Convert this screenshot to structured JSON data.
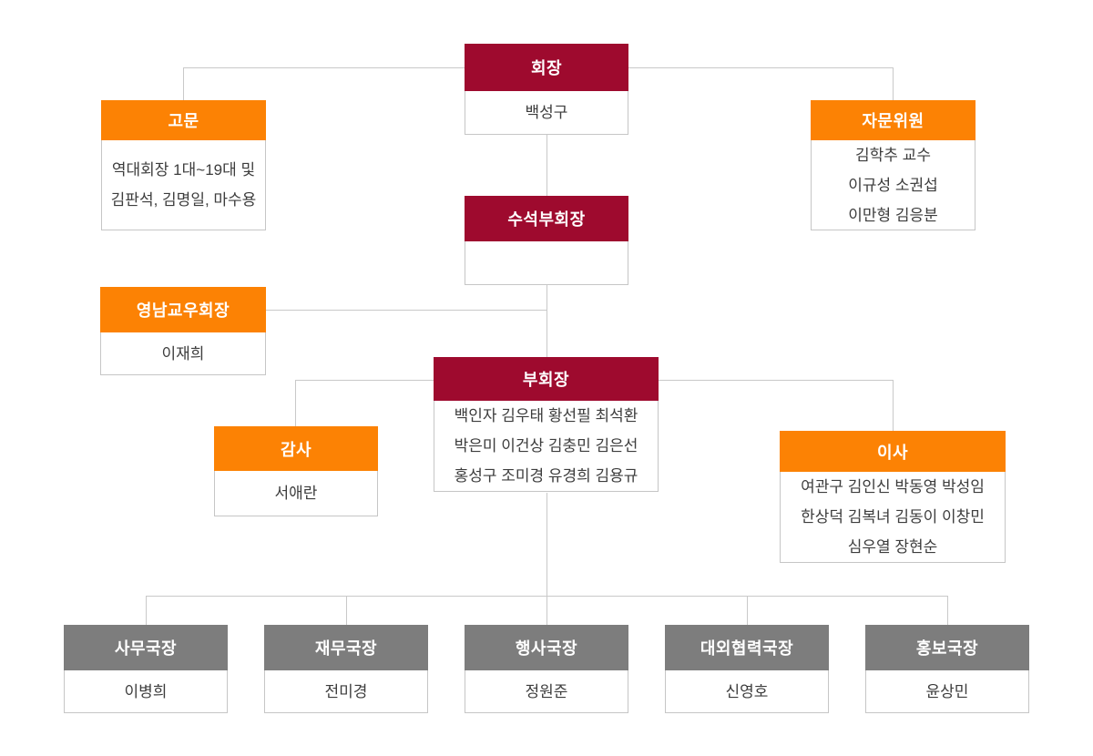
{
  "colors": {
    "crimson": "#9e0a2e",
    "orange": "#fc8204",
    "gray": "#7d7d7d",
    "line": "#c9c9c9",
    "border": "#c6c6c6",
    "text": "#3d3d3d"
  },
  "nodes": {
    "chairman": {
      "title": "회장",
      "members": [
        "백성구"
      ]
    },
    "advisors": {
      "title": "고문",
      "members": [
        "역대회장 1대~19대 및",
        "김판석, 김명일, 마수용"
      ]
    },
    "advisory_committee": {
      "title": "자문위원",
      "members": [
        "김학추 교수",
        "이규성 소권섭",
        "이만형 김응분"
      ]
    },
    "senior_vice_chairman": {
      "title": "수석부회장",
      "members": []
    },
    "yeongnam_alumni_chairman": {
      "title": "영남교우회장",
      "members": [
        "이재희"
      ]
    },
    "vice_chairman": {
      "title": "부회장",
      "members": [
        "백인자 김우태 황선필 최석환",
        "박은미 이건상 김충민 김은선",
        "홍성구 조미경 유경희 김용규"
      ]
    },
    "auditor": {
      "title": "감사",
      "members": [
        "서애란"
      ]
    },
    "directors": {
      "title": "이사",
      "members": [
        "여관구 김인신 박동영 박성임",
        "한상덕 김복녀 김동이 이창민",
        "심우열 장현순"
      ]
    },
    "secretary_general": {
      "title": "사무국장",
      "members": [
        "이병희"
      ]
    },
    "finance_director": {
      "title": "재무국장",
      "members": [
        "전미경"
      ]
    },
    "events_director": {
      "title": "행사국장",
      "members": [
        "정원준"
      ]
    },
    "external_cooperation_director": {
      "title": "대외협력국장",
      "members": [
        "신영호"
      ]
    },
    "pr_director": {
      "title": "홍보국장",
      "members": [
        "윤상민"
      ]
    }
  },
  "edges": [
    {
      "from": "chairman",
      "to": "advisors"
    },
    {
      "from": "chairman",
      "to": "advisory_committee"
    },
    {
      "from": "chairman",
      "to": "senior_vice_chairman"
    },
    {
      "from": "senior_vice_chairman",
      "to": "yeongnam_alumni_chairman"
    },
    {
      "from": "senior_vice_chairman",
      "to": "vice_chairman"
    },
    {
      "from": "vice_chairman",
      "to": "auditor"
    },
    {
      "from": "vice_chairman",
      "to": "directors"
    },
    {
      "from": "vice_chairman",
      "to": "secretary_general"
    },
    {
      "from": "vice_chairman",
      "to": "finance_director"
    },
    {
      "from": "vice_chairman",
      "to": "events_director"
    },
    {
      "from": "vice_chairman",
      "to": "external_cooperation_director"
    },
    {
      "from": "vice_chairman",
      "to": "pr_director"
    }
  ]
}
